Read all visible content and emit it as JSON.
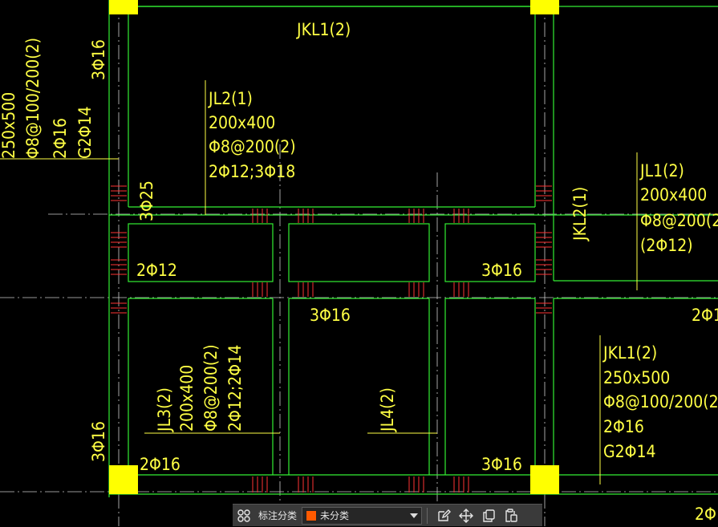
{
  "colors": {
    "background": "#000000",
    "beam_line": "#33ee33",
    "annotation": "#ffff44",
    "column": "#ffff00",
    "rebar_hatch": "#ff3333",
    "toolbar_bg": "#3a3a3a",
    "category_swatch": "#ff5a00"
  },
  "labels": {
    "jkl1_top": "JKL1(2)",
    "left_size": "250x500",
    "left_stirrup": "Φ8@100/200(2)",
    "left_top_bars": "2Φ16",
    "left_side_bars": "G2Φ14",
    "col_3phi16_upper": "3Φ16",
    "jl2_name": "JL2(1)",
    "jl2_size": "200x400",
    "jl2_stirrup": "Φ8@200(2)",
    "jl2_bars": "2Φ12;3Φ18",
    "col_3phi25": "3Φ25",
    "mid_left_2phi12": "2Φ12",
    "mid_right_3phi16": "3Φ16",
    "jkl2_name": "JKL2(1)",
    "jl1_name": "JL1(2)",
    "jl1_size": "200x400",
    "jl1_stirrup": "Φ8@200(2",
    "jl1_bars": "(2Φ12)",
    "mid_center_3phi16": "3Φ16",
    "right_2phi1": "2Φ1",
    "jl3_name": "JL3(2)",
    "jl3_size": "200x400",
    "jl3_stirrup": "Φ8@200(2)",
    "jl3_bars": "2Φ12;2Φ14",
    "jl4_name": "JL4(2)",
    "jkl1_right_name": "JKL1(2)",
    "jkl1_right_size": "250x500",
    "jkl1_right_stirrup": "Φ8@100/200(2)",
    "jkl1_right_top": "2Φ16",
    "jkl1_right_side": "G2Φ14",
    "col_3phi16_lower": "3Φ16",
    "bottom_left_2phi16": "2Φ16",
    "bottom_right_3phi16": "3Φ16",
    "bottom_edge_2phi": "2Φ"
  },
  "toolbar": {
    "label": "标注分类",
    "select_value": "未分类",
    "icons": [
      "grid-select-icon",
      "edit-icon",
      "move-icon",
      "copy-icon",
      "paste-icon"
    ]
  }
}
